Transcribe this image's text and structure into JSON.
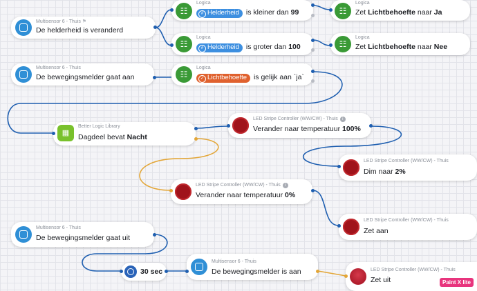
{
  "cards": {
    "c1": {
      "sub": "Multisensor 6 - Thuis",
      "main": "De helderheid is veranderd"
    },
    "c2": {
      "sub": "Logica",
      "tag": "Helderheid",
      "main": "is kleiner dan",
      "value": "99"
    },
    "c3": {
      "sub": "Logica",
      "main": "Zet",
      "strong": "Lichtbehoefte",
      "tail": "naar",
      "val": "Ja"
    },
    "c4": {
      "sub": "Logica",
      "tag": "Helderheid",
      "main": "is groter dan",
      "value": "100"
    },
    "c5": {
      "sub": "Logica",
      "main": "Zet",
      "strong": "Lichtbehoefte",
      "tail": "naar",
      "val": "Nee"
    },
    "c6": {
      "sub": "Multisensor 6 - Thuis",
      "main": "De bewegingsmelder gaat aan"
    },
    "c7": {
      "sub": "Logica",
      "tag": "Lichtbehoefte",
      "main": "is gelijk aan `ja`"
    },
    "c8": {
      "sub": "Better Logic Library",
      "main": "Dagdeel bevat",
      "strong": "Nacht"
    },
    "c9": {
      "sub": "LED Stripe Controller (WW/CW) - Thuis",
      "main": "Verander naar temperatuur",
      "strong": "100%"
    },
    "c10": {
      "sub": "LED Stripe Controller (WW/CW) - Thuis",
      "main": "Dim naar",
      "strong": "2%"
    },
    "c11": {
      "sub": "LED Stripe Controller (WW/CW) - Thuis",
      "main": "Verander naar temperatuur",
      "strong": "0%"
    },
    "c12": {
      "sub": "LED Stripe Controller (WW/CW) - Thuis",
      "main": "Zet aan"
    },
    "c13": {
      "sub": "Multisensor 6 - Thuis",
      "main": "De bewegingsmelder gaat uit"
    },
    "c14": {
      "sub": "Multisensor 6 - Thuis",
      "main": "De bewegingsmelder is aan"
    },
    "c15": {
      "sub": "LED Stripe Controller (WW/CW) - Thuis",
      "main": "Zet uit"
    }
  },
  "timer": {
    "label": "30 sec"
  },
  "badge": {
    "label": "Paint X lite"
  },
  "colors": {
    "wire_blue": "#1f5fb0",
    "wire_orange": "#e3a637",
    "logic_green": "#3a9a36",
    "device_blue": "#2f8fd6"
  },
  "icons": {
    "device": "tablet-icon",
    "logic": "tree-icon",
    "library": "calendar-icon",
    "led": "led-circle-icon",
    "delay": "clock-icon"
  }
}
